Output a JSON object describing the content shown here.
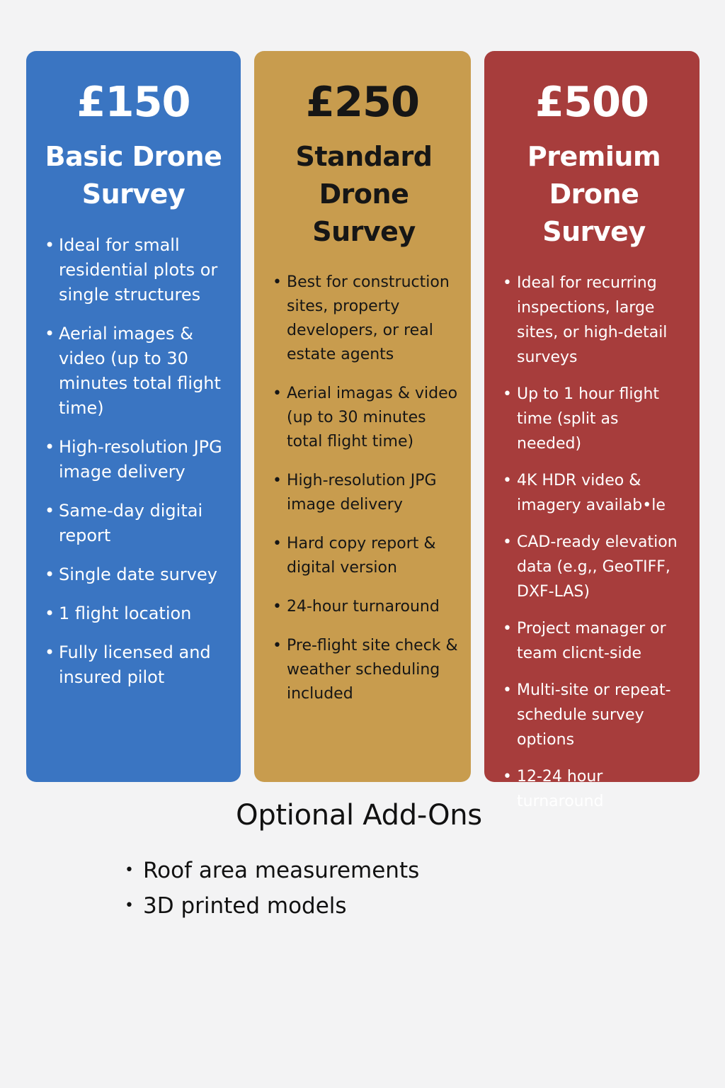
{
  "plans": [
    {
      "price": "£150",
      "title": "Basic Drone Survey",
      "color": "#3a75c2",
      "features": [
        "Ideal for small residential plots or single structures",
        "Aerial images & video (up to 30 minutes total flight time)",
        "High-resolution JPG image delivery",
        "Same-day digitai report",
        "Single date survey",
        "1 flight location",
        "Fully licensed and insured pilot"
      ]
    },
    {
      "price": "£250",
      "title": "Standard Drone Survey",
      "color": "#c89c4e",
      "features": [
        "Best for construction sites, property developers, or real estate agents",
        "Aerial imagas & video (up to 30 minutes total flight time)",
        "High-resolution JPG image delivery",
        "Hard copy report & digital version",
        "24-hour turnaround",
        "Pre-flight site check & weather scheduling included"
      ]
    },
    {
      "price": "£500",
      "title": "Premium Drone Survey",
      "color": "#a73d3c",
      "features": [
        "Ideal for recurring inspections, large sites, or high-detail surveys",
        "Up to 1 hour flight time (split as needed)",
        "4K HDR video & imagery availab•le",
        "CAD-ready elevation data (e.g,, GeoTIFF, DXF-LAS)",
        "Project manager or team clicnt-side",
        "Multi-site or repeat-schedule survey options",
        "12-24 hour turnaround"
      ]
    }
  ],
  "addons": {
    "heading": "Optional Add-Ons",
    "items": [
      "Roof area measurements",
      "3D printed models"
    ]
  }
}
